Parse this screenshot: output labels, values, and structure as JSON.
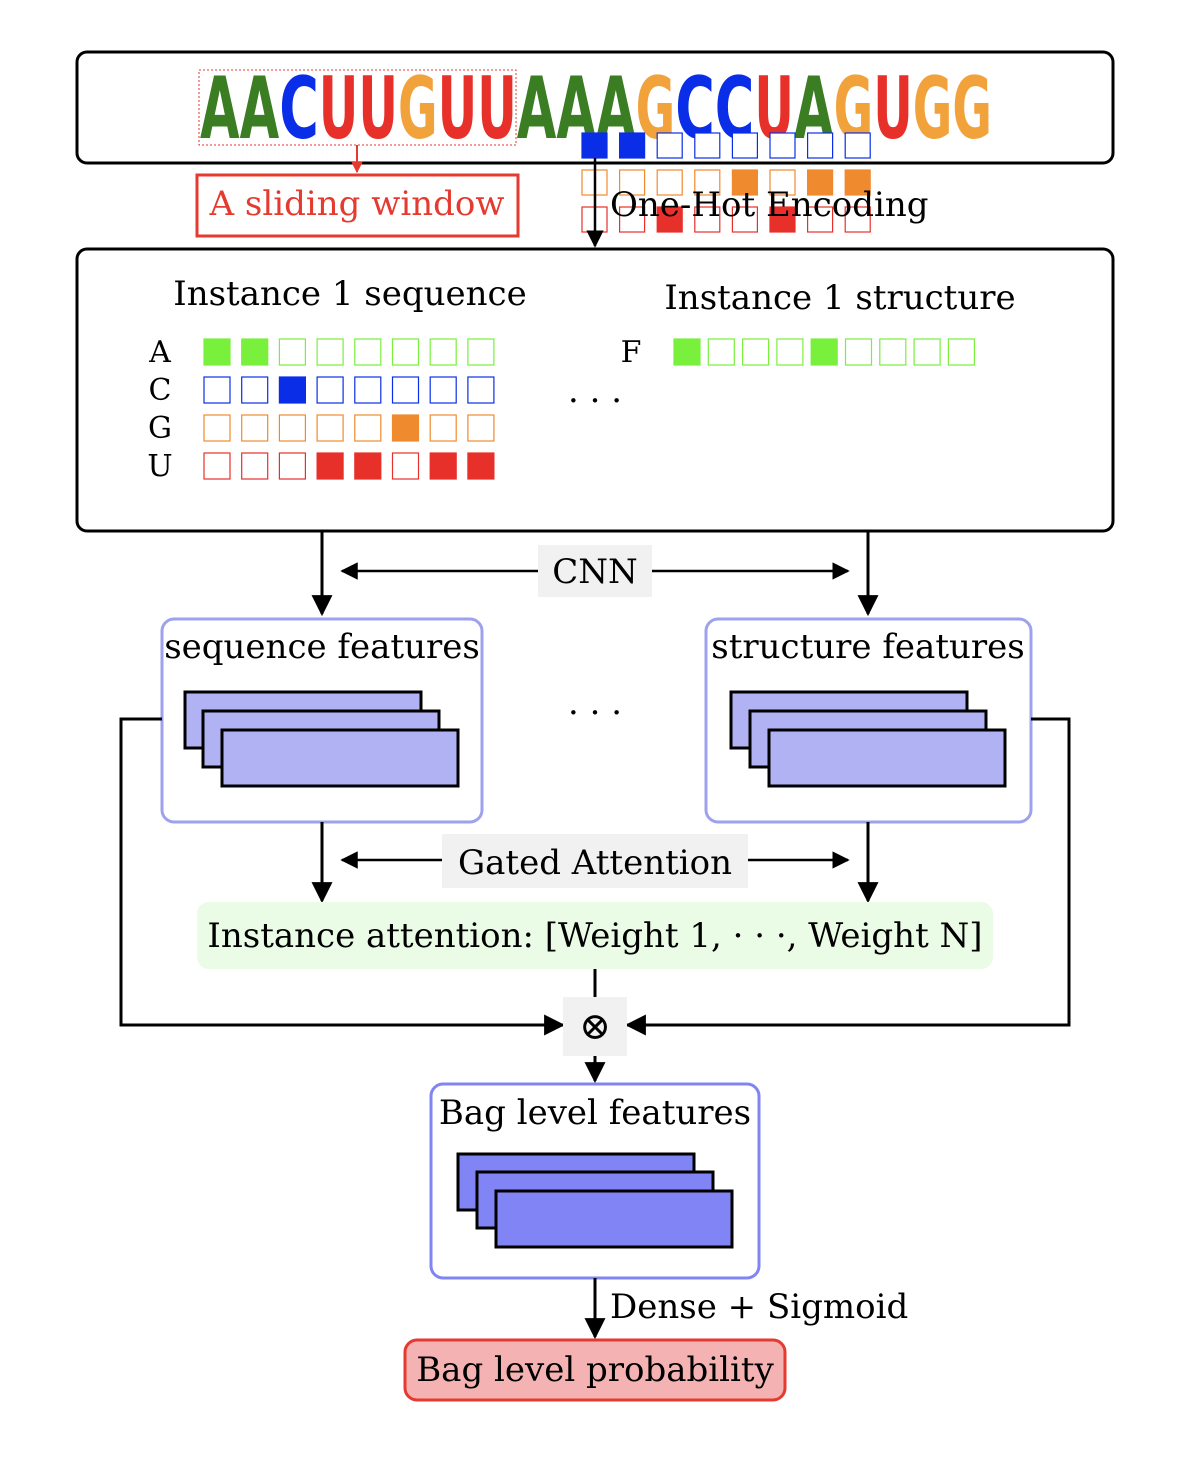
{
  "sequence": {
    "letters": [
      "A",
      "A",
      "C",
      "U",
      "U",
      "G",
      "U",
      "U",
      "A",
      "A",
      "A",
      "G",
      "C",
      "C",
      "U",
      "A",
      "G",
      "U",
      "G",
      "G"
    ],
    "colors": {
      "A": "#3a7d22",
      "C": "#0a2ee8",
      "G": "#f2a23a",
      "U": "#e8302a"
    }
  },
  "sliding_window": {
    "label": "A sliding window",
    "color": "#e53a2f"
  },
  "one_hot": {
    "label": "One-Hot Encoding",
    "rows": [
      {
        "color": "#0a2ee8",
        "filled": [
          1,
          1,
          0,
          0,
          0,
          0,
          0,
          0
        ]
      },
      {
        "color": "#f08a2e",
        "filled": [
          0,
          0,
          0,
          0,
          1,
          0,
          1,
          1
        ]
      },
      {
        "color": "#e8302a",
        "filled": [
          0,
          0,
          1,
          0,
          0,
          1,
          0,
          0
        ]
      }
    ]
  },
  "instance": {
    "sequence_title": "Instance 1 sequence",
    "structure_title": "Instance 1 structure",
    "ellipsis": "· · ·",
    "sequence_rows": [
      {
        "label": "A",
        "color": "#78f03c",
        "filled": [
          1,
          1,
          0,
          0,
          0,
          0,
          0,
          0
        ]
      },
      {
        "label": "C",
        "color": "#0a2ee8",
        "filled": [
          0,
          0,
          1,
          0,
          0,
          0,
          0,
          0
        ]
      },
      {
        "label": "G",
        "color": "#f08a2e",
        "filled": [
          0,
          0,
          0,
          0,
          0,
          1,
          0,
          0
        ]
      },
      {
        "label": "U",
        "color": "#e8302a",
        "filled": [
          0,
          0,
          0,
          1,
          1,
          0,
          1,
          1
        ]
      }
    ],
    "structure_row": {
      "label": "F",
      "color": "#78f03c",
      "filled": [
        1,
        0,
        0,
        0,
        1,
        0,
        0,
        0,
        0
      ]
    }
  },
  "cnn_label": "CNN",
  "sequence_features_title": "sequence features",
  "structure_features_title": "structure features",
  "middle_ellipsis": "· · ·",
  "gated_attention_label": "Gated Attention",
  "instance_attention_label": "Instance attention: [Weight 1, · · ·, Weight N]",
  "otimes_symbol": "⊗",
  "bag_features_title": "Bag level features",
  "dense_label": "Dense + Sigmoid",
  "bag_probability_label": "Bag level probability",
  "colors": {
    "feature_fill_light": "#b0b2f4",
    "feature_fill_dark": "#8084f4",
    "feature_border": "#9ea2ee",
    "attention_bg": "#eafbe6",
    "label_bg": "#f1f1f1",
    "probability_fill": "#f5b2b2",
    "probability_border": "#e53a2f"
  }
}
